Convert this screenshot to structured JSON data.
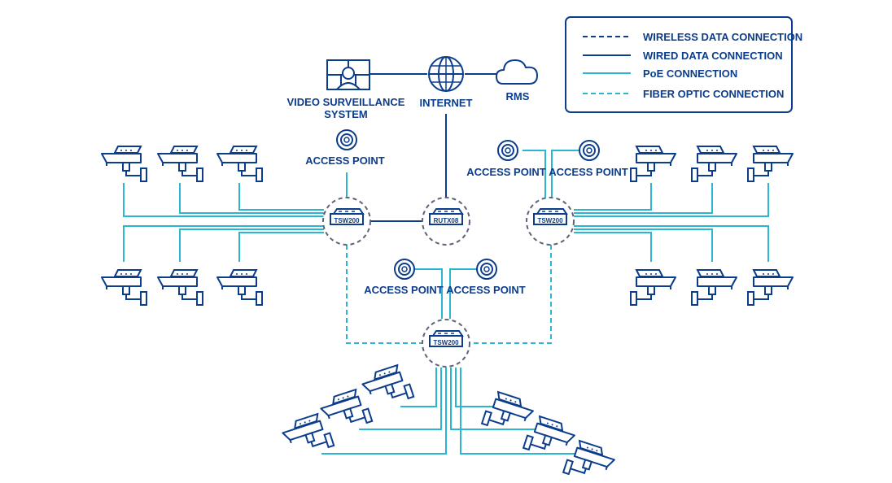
{
  "legend": {
    "wireless": "WIRELESS DATA CONNECTION",
    "wired": "WIRED DATA CONNECTION",
    "poe": "PoE CONNECTION",
    "fiber": "FIBER OPTIC CONNECTION"
  },
  "colors": {
    "navy": "#0c3d8c",
    "cyan": "#29b6d3"
  },
  "labels": {
    "vss_line1": "VIDEO SURVEILLANCE",
    "vss_line2": "SYSTEM",
    "internet": "INTERNET",
    "rms": "RMS",
    "ap": "ACCESS POINT"
  },
  "devices": {
    "switch": "TSW200",
    "router": "RUTX08"
  },
  "icons": [
    "video-surveillance-monitor-icon",
    "globe-icon",
    "cloud-icon",
    "access-point-icon",
    "security-camera-icon",
    "switch-icon",
    "router-icon"
  ]
}
